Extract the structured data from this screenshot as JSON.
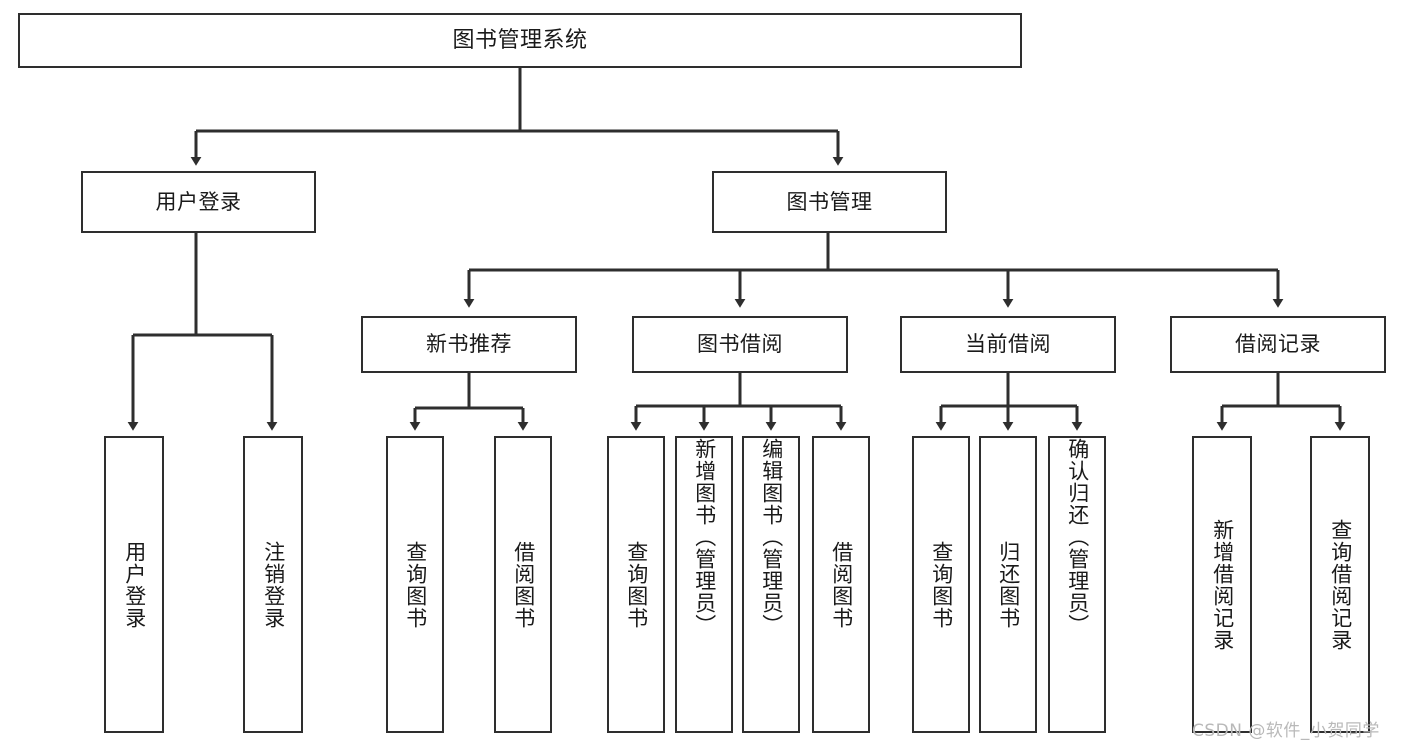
{
  "diagram": {
    "title": "图书管理系统",
    "type": "tree-hierarchy-functional-structure",
    "watermark": "CSDN @软件_小贺同学",
    "colors": {
      "box_border": "#2e2e2e",
      "box_fill": "#ffffff",
      "edge": "#2e2e2e",
      "text": "#1a1a1a",
      "watermark": "#b9b9b9",
      "background": "#ffffff"
    },
    "root": {
      "label": "图书管理系统"
    },
    "level2": [
      {
        "label": "用户登录"
      },
      {
        "label": "图书管理"
      }
    ],
    "level3": [
      {
        "label": "新书推荐"
      },
      {
        "label": "图书借阅"
      },
      {
        "label": "当前借阅"
      },
      {
        "label": "借阅记录"
      }
    ],
    "leaves": {
      "user_login": [
        {
          "label": "用户登录"
        },
        {
          "label": "注销登录"
        }
      ],
      "new_book_recommend": [
        {
          "label": "查询图书"
        },
        {
          "label": "借阅图书"
        }
      ],
      "book_borrow": [
        {
          "label": "查询图书"
        },
        {
          "label": "新增图书（管理员）"
        },
        {
          "label": "编辑图书（管理员）"
        },
        {
          "label": "借阅图书"
        }
      ],
      "current_borrow": [
        {
          "label": "查询图书"
        },
        {
          "label": "归还图书"
        },
        {
          "label": "确认归还（管理员）"
        }
      ],
      "borrow_record": [
        {
          "label": "新增借阅记录"
        },
        {
          "label": "查询借阅记录"
        }
      ]
    }
  }
}
